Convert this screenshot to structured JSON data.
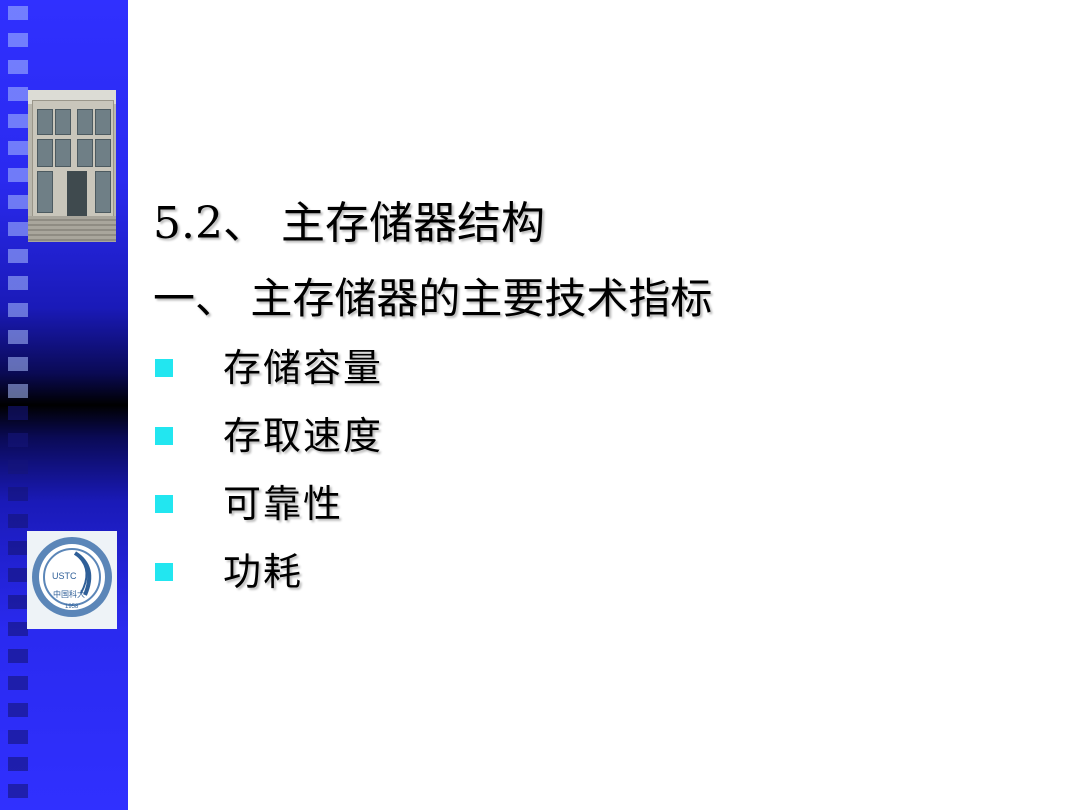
{
  "slide": {
    "title": "5.2、 主存储器结构",
    "subtitle": "一、 主存储器的主要技术指标",
    "bullets": [
      "存储容量",
      "存取速度",
      "可靠性",
      "功耗"
    ]
  },
  "logo": {
    "top_text": "USTC",
    "bottom_text": "中国科大",
    "year": "1958"
  },
  "colors": {
    "sidebar_blue": "#3030ff",
    "bullet_cyan": "#22e6f0",
    "text": "#000000"
  }
}
